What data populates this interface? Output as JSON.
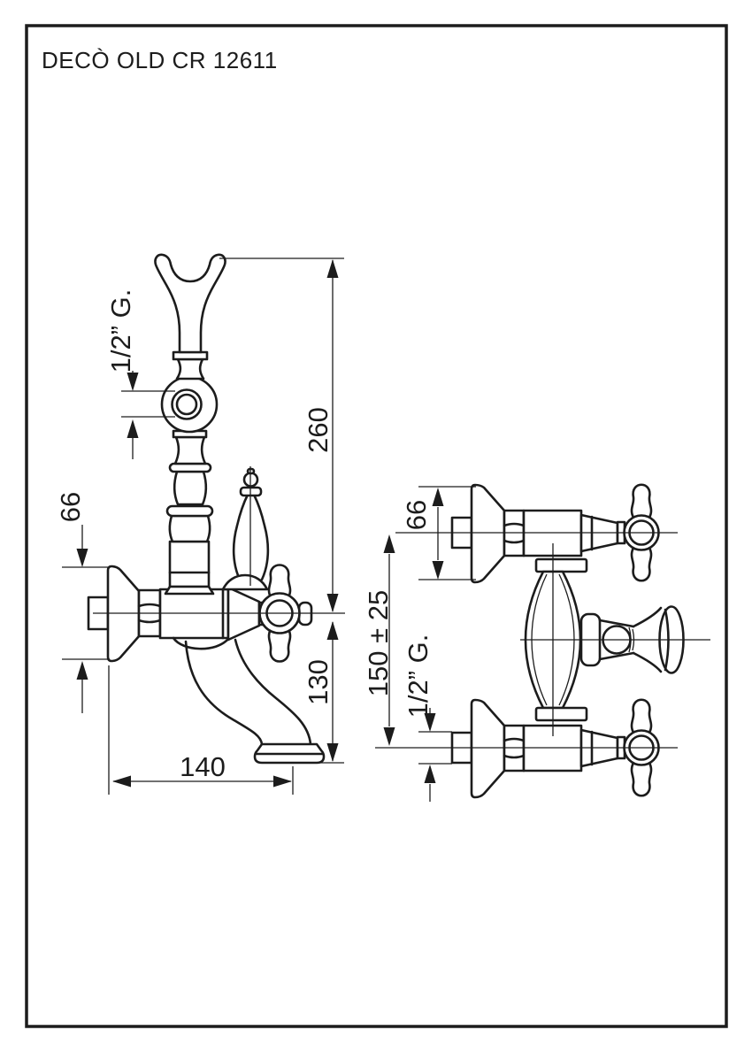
{
  "sheet": {
    "title": "DECÒ OLD CR 12611",
    "line_color": "#1c1c1c",
    "background": "#ffffff"
  },
  "front_view": {
    "dim_height": "260",
    "dim_spout_drop": "130",
    "dim_reach": "140",
    "dim_flange": "66",
    "dim_thread": "1/2” G."
  },
  "side_view": {
    "dim_flange": "66",
    "dim_inlets": "150 ± 25",
    "dim_thread": "1/2” G."
  }
}
